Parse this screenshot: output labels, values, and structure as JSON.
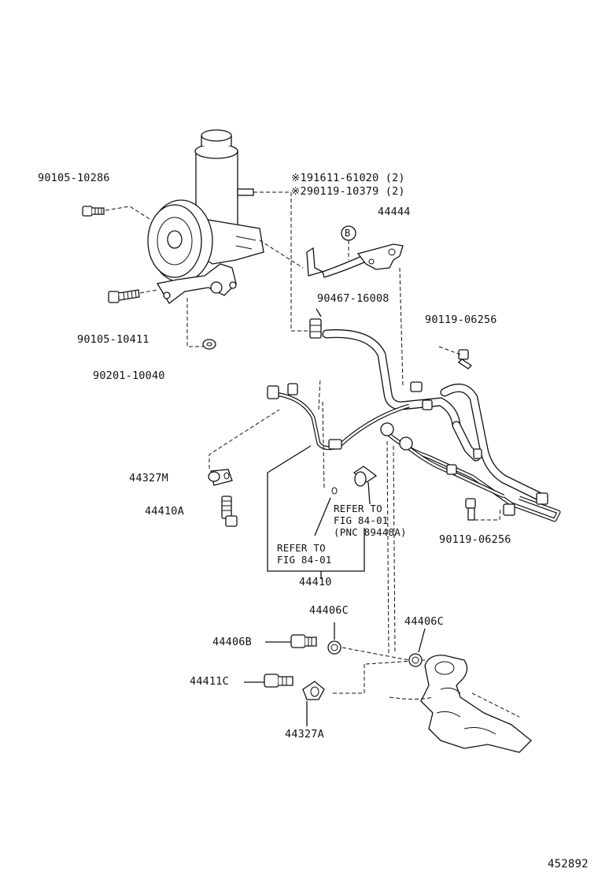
{
  "figure_number": "452892",
  "callouts": {
    "bolt_top": "90105-10286",
    "bolt_pump": "90105-10411",
    "washer_pump": "90201-10040",
    "sensor_note_1": "※191611-61020 (2)",
    "sensor_note_2": "※290119-10379 (2)",
    "bracket_44444": "44444",
    "ref_circle": "B",
    "clamp_90467": "90467-16008",
    "bolt_right_top": "90119-06256",
    "bolt_right_bottom": "90119-06256",
    "union_44327M": "44327M",
    "bolt_44410A": "44410A",
    "refer_right_1": "REFER TO",
    "refer_right_2": "FIG 84-01",
    "refer_right_3": "(PNC 89448A)",
    "refer_left_1": "REFER TO",
    "refer_left_2": "FIG 84-01",
    "hose_assembly": "44410",
    "gasket_44406C_left": "44406C",
    "gasket_44406C_right": "44406C",
    "bolt_44406B": "44406B",
    "bolt_44411C": "44411C",
    "union_44327A": "44327A"
  }
}
